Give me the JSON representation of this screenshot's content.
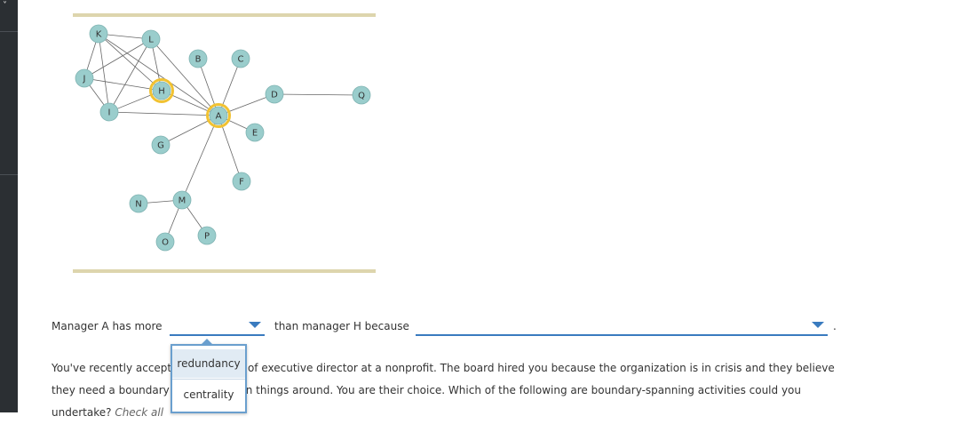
{
  "left_rail": {
    "glyph": "˅"
  },
  "graph": {
    "nodes": [
      "K",
      "L",
      "J",
      "H",
      "I",
      "B",
      "C",
      "A",
      "D",
      "Q",
      "E",
      "G",
      "F",
      "N",
      "M",
      "O",
      "P"
    ],
    "highlighted": [
      "H",
      "A"
    ],
    "colors": {
      "node_fill": "#9acdcc",
      "node_stroke": "#7fb3b2",
      "highlight": "#f1c232",
      "edge": "#666666",
      "rule": "#ddd5ad"
    }
  },
  "sentence": {
    "part1": "Manager A has more",
    "part2": "than manager H because",
    "end": "."
  },
  "dropdown_options": [
    "redundancy",
    "centrality"
  ],
  "question": {
    "line1_a": "You've recently accept",
    "line1_b": " of executive director at a nonprofit. The board hired you because the organization is in crisis and they believe",
    "line2_a": "they need a boundary",
    "line2_b": "n things around. You are their choice. Which of the following are boundary-spanning activities could you",
    "line3_a": "undertake?",
    "line3_b": "Check all"
  }
}
